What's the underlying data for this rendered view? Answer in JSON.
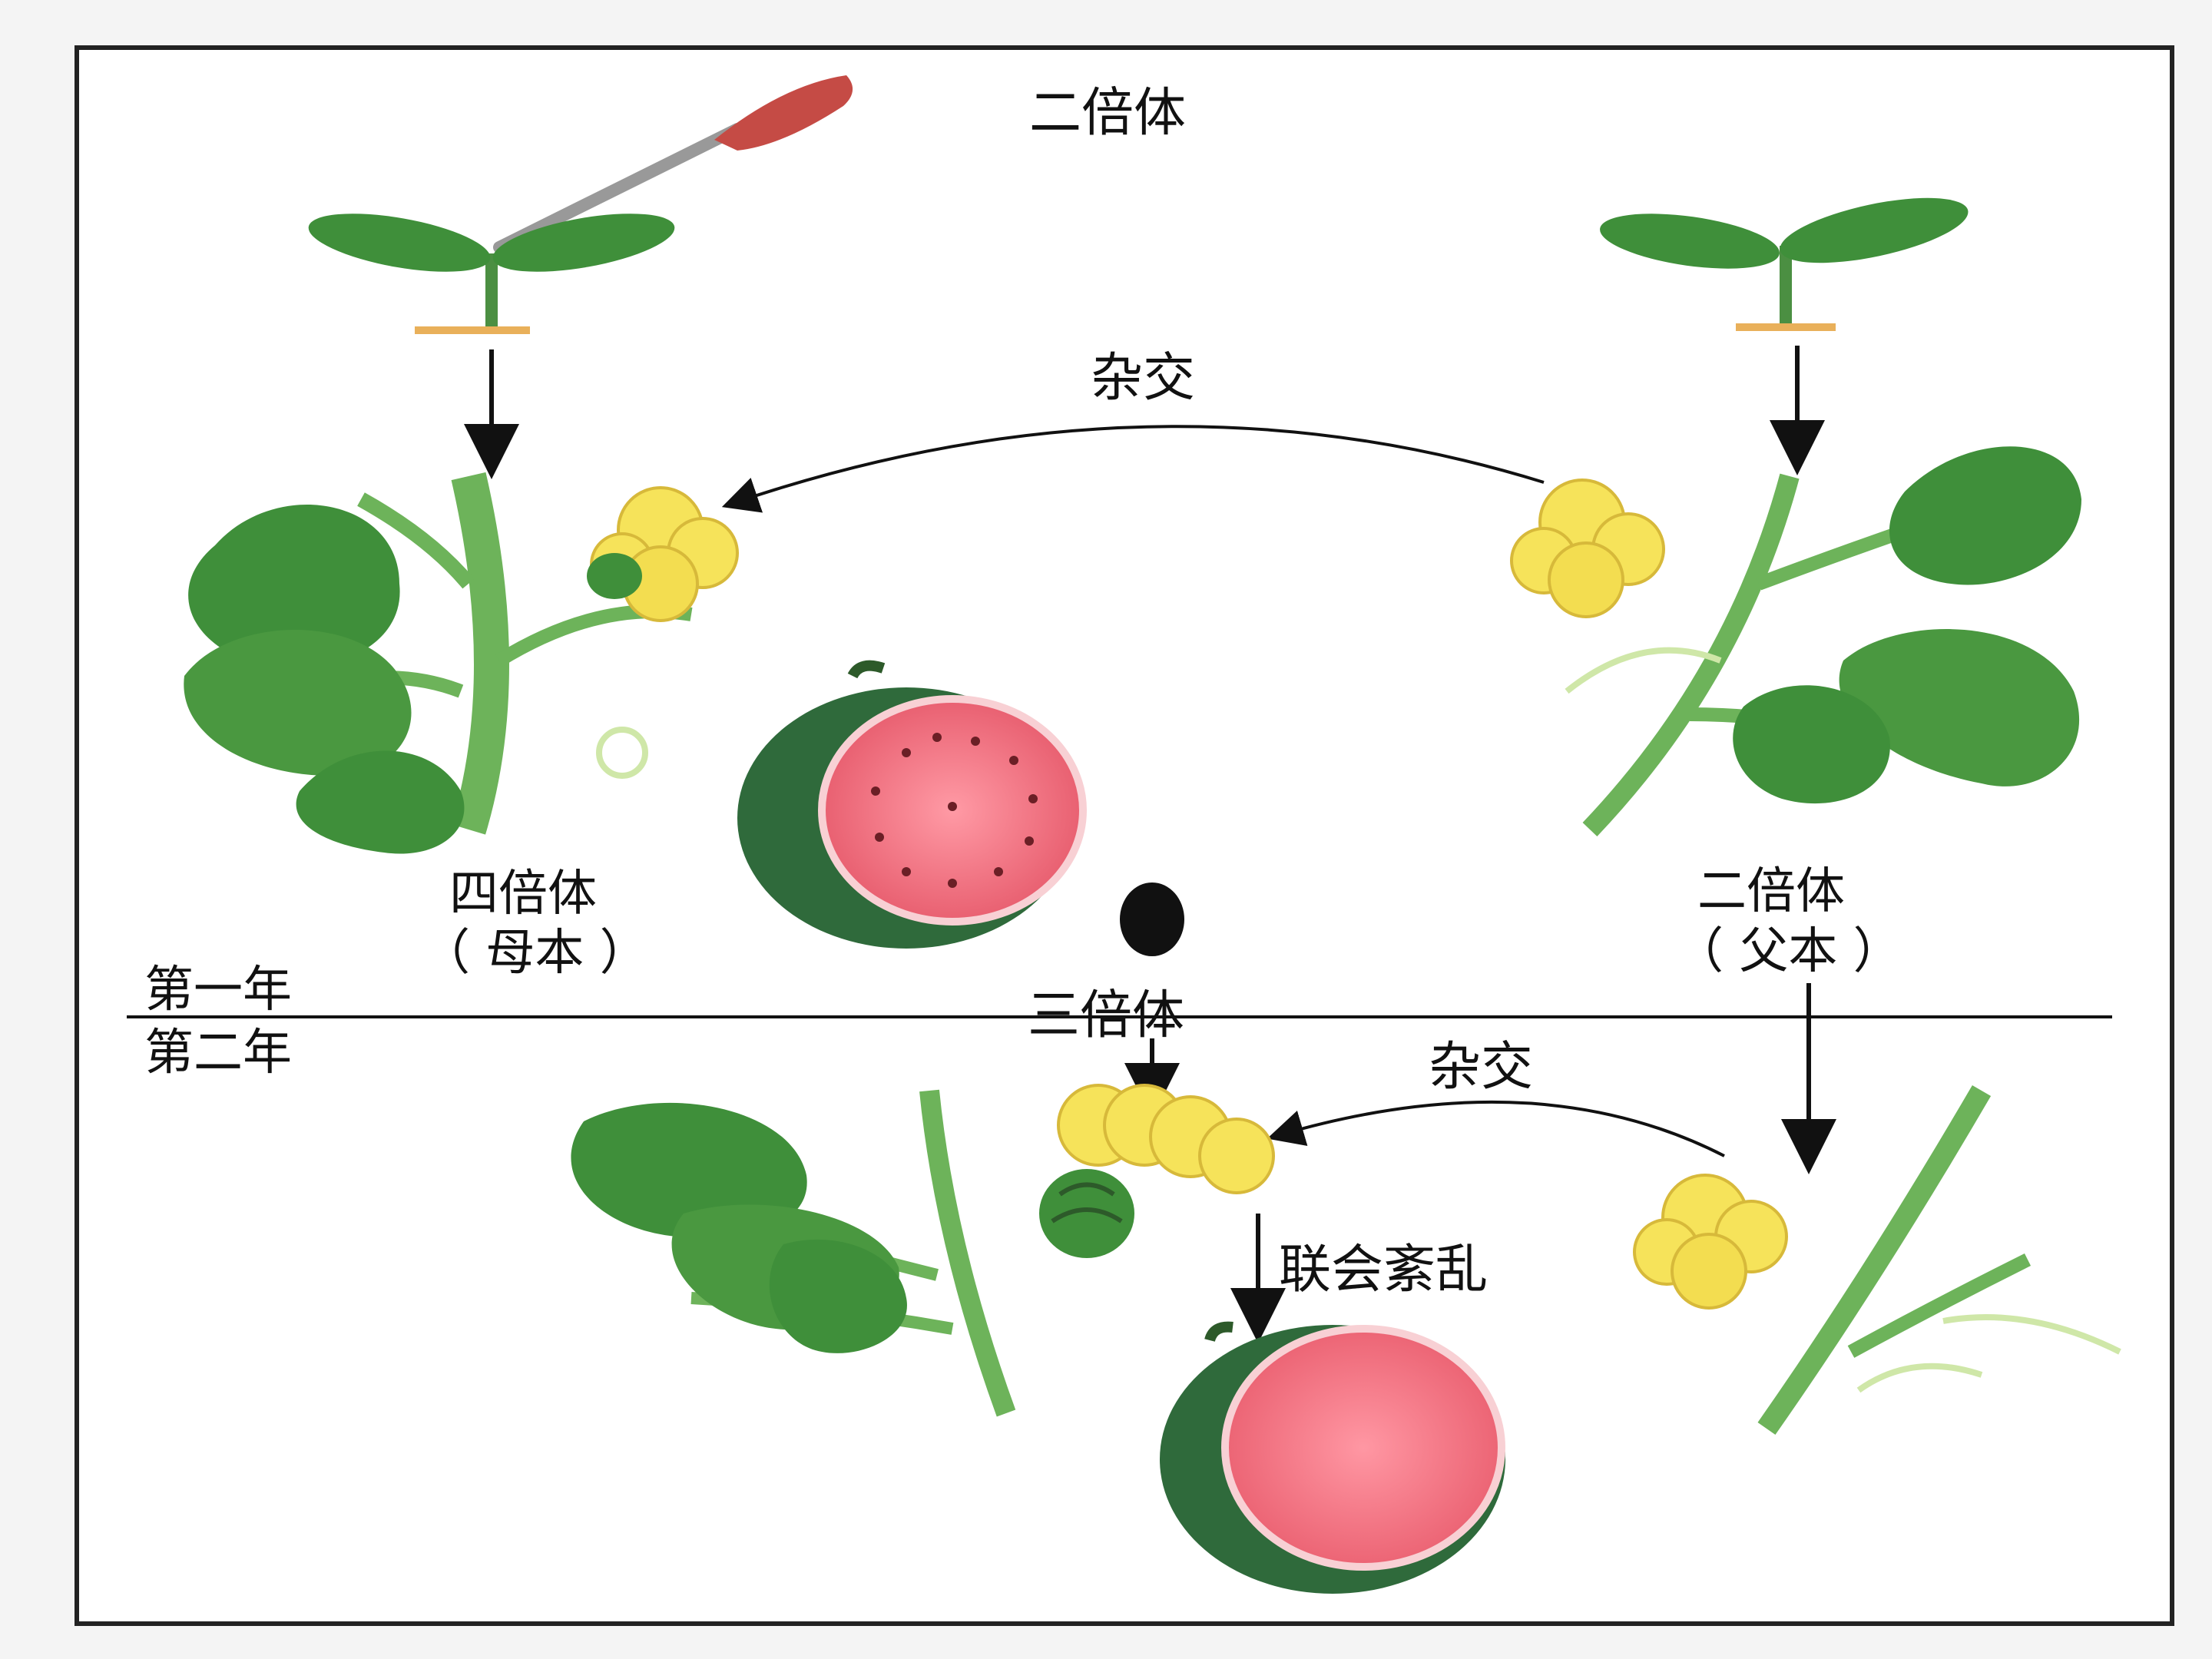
{
  "labels": {
    "top_diploid": "二倍体",
    "cross_top": "杂交",
    "tetraploid": "四倍体",
    "mother": "（ 母本 ）",
    "right_diploid": "二倍体",
    "father": "（ 父本 ）",
    "year_one": "第一年",
    "year_two": "第二年",
    "triploid": "三倍体",
    "cross_bottom": "杂交",
    "synapsis_disorder": "联会紊乱"
  },
  "colors": {
    "leaf": "#3f8f3a",
    "leaf_dark": "#2f6f2c",
    "stem": "#6db35a",
    "flower": "#f6e35a",
    "flower_edge": "#d7b93a",
    "melon_flesh": "#f06a7a",
    "melon_rind": "#2f6a3b",
    "dropper_bulb": "#c54b45",
    "line": "#111111"
  },
  "icons": {
    "dropper": "dropper-icon",
    "seedling": "seedling-icon",
    "flower": "flower-icon",
    "watermelon": "watermelon-icon",
    "seed": "seed-icon"
  }
}
